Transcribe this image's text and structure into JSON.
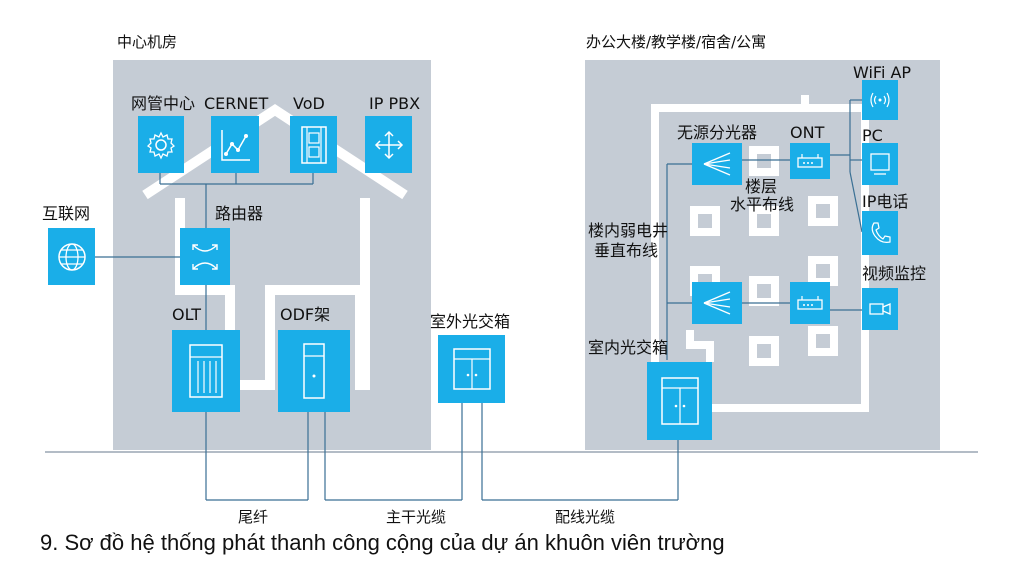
{
  "diagram": {
    "central_room": {
      "title": "中心机房"
    },
    "building": {
      "title": "办公大楼/教学楼/宿舍/公寓"
    },
    "nodes": {
      "nms": "网管中心",
      "cernet": "CERNET",
      "vod": "VoD",
      "ippbx": "IP PBX",
      "internet": "互联网",
      "router": "路由器",
      "olt": "OLT",
      "odf": "ODF架",
      "outdoor_cabinet": "室外光交箱",
      "indoor_cabinet": "室内光交箱",
      "splitter": "无源分光器",
      "ont": "ONT",
      "wifi_ap": "WiFi AP",
      "pc": "PC",
      "ip_phone": "IP电话",
      "video_surveillance": "视频监控"
    },
    "wiring": {
      "floor_horizontal_line1": "楼层",
      "floor_horizontal_line2": "水平布线",
      "vertical_line1": "楼内弱电井",
      "vertical_line2": "垂直布线"
    },
    "cables": {
      "pigtail": "尾纤",
      "trunk_cable": "主干光缆",
      "distribution_cable": "配线光缆"
    }
  },
  "caption": "9. Sơ đồ hệ thống phát thanh công cộng của dự án khuôn viên trường",
  "colors": {
    "accent": "#1aaee8",
    "panel": "#c5ccd5",
    "line": "#8ab4c9"
  }
}
